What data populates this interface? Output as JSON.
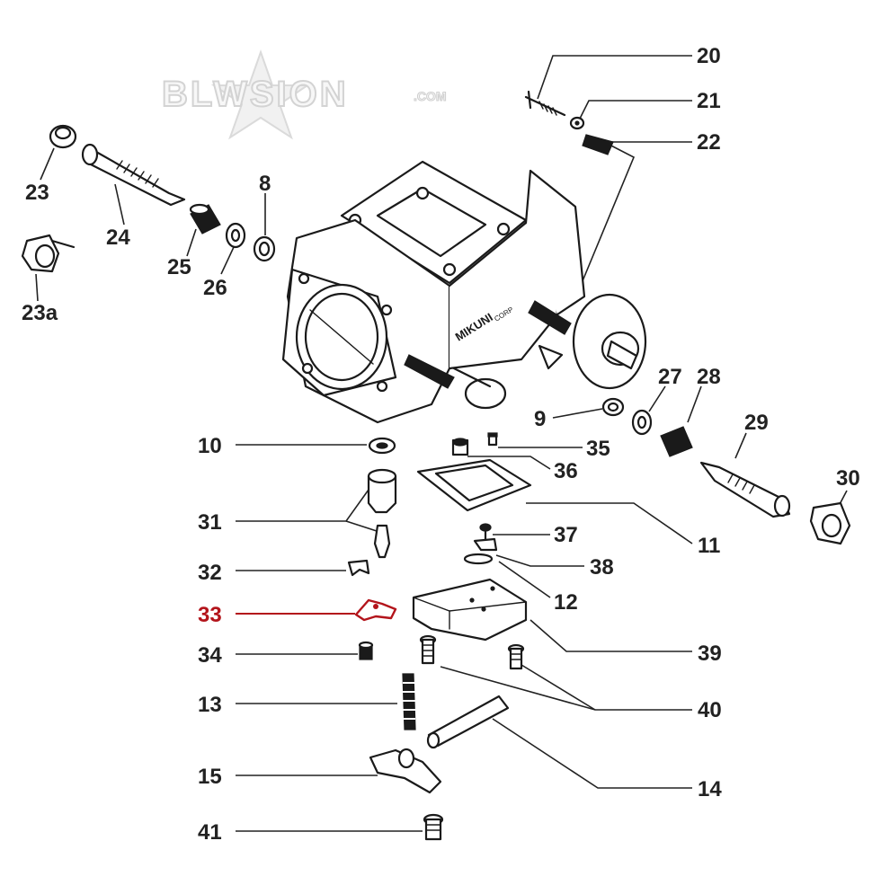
{
  "logo": {
    "text": "BLWSION",
    "suffix": ".COM"
  },
  "body_marking": {
    "brand": "MIKUNI",
    "small": "CORP"
  },
  "highlight_color": "#b3141b",
  "line_color": "#222222",
  "callouts": {
    "c20": "20",
    "c21": "21",
    "c22": "22",
    "c23": "23",
    "c24": "24",
    "c25": "25",
    "c26": "26",
    "c8": "8",
    "c23a": "23a",
    "c27": "27",
    "c28": "28",
    "c29": "29",
    "c30": "30",
    "c9": "9",
    "c10": "10",
    "c35": "35",
    "c36": "36",
    "c31": "31",
    "c11": "11",
    "c37": "37",
    "c32": "32",
    "c38": "38",
    "c12": "12",
    "c33": "33",
    "c39": "39",
    "c34": "34",
    "c40": "40",
    "c13": "13",
    "c14": "14",
    "c15": "15",
    "c41": "41"
  },
  "highlighted_callout": "33"
}
